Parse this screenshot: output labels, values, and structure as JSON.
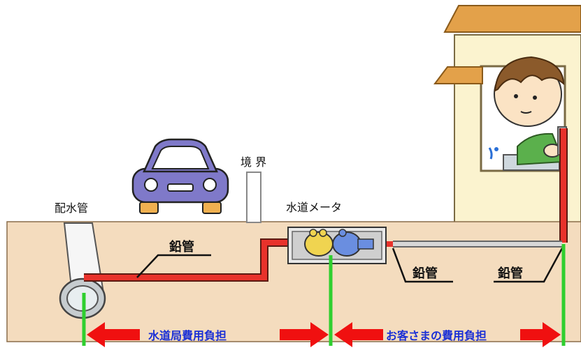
{
  "labels": {
    "distribution_pipe": "配水管",
    "boundary": "境 界",
    "water_meter": "水道メータ",
    "lead_pipe_1": "鉛管",
    "lead_pipe_2": "鉛管",
    "lead_pipe_3": "鉛管"
  },
  "cost_bar": {
    "bureau": "水道局費用負担",
    "customer": "お客さまの費用負担"
  },
  "colors": {
    "ground": "#f4dcbe",
    "pipe_red": "#e8322b",
    "pipe_gray": "#d7d7d7",
    "green_marker": "#2fcf2f",
    "arrow_red": "#f01010",
    "car": "#7f79c9",
    "house_wall": "#fbf3cf",
    "roof": "#e3a14a",
    "label_blue": "#1a2fd6"
  },
  "icons": [
    "car-icon",
    "house-icon",
    "person-icon",
    "faucet-icon",
    "water-meter-icon"
  ]
}
